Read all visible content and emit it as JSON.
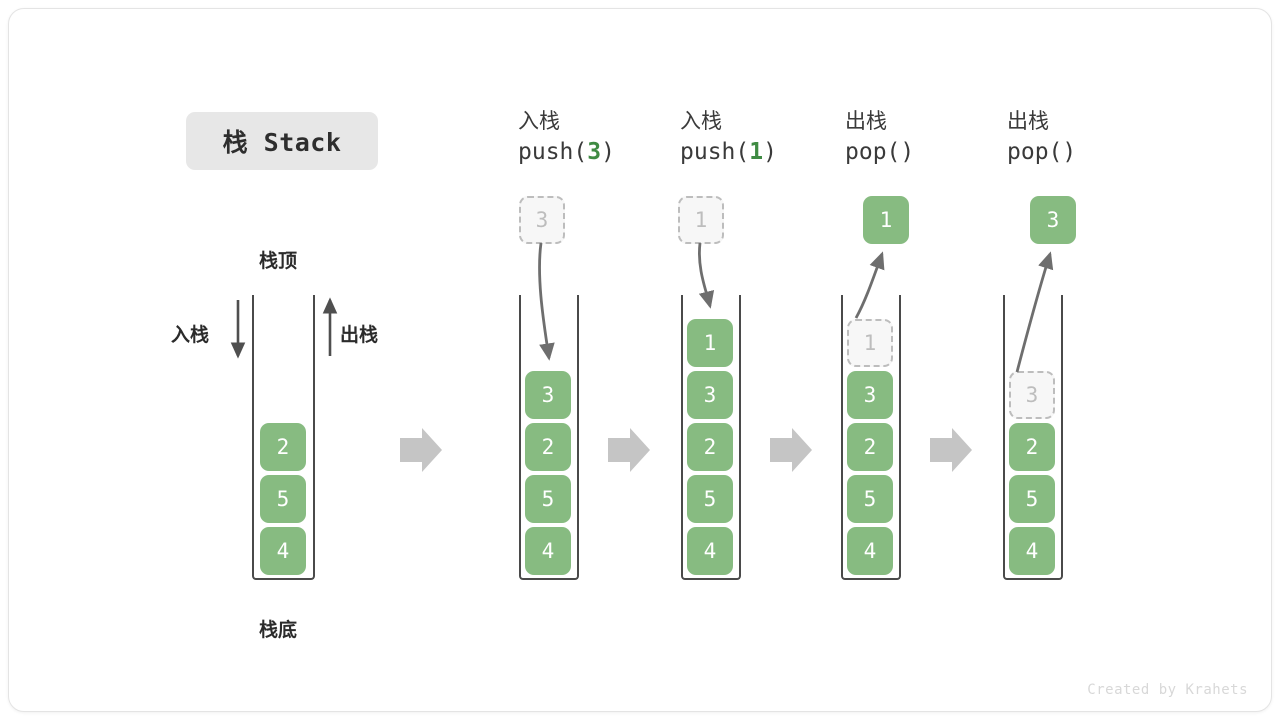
{
  "title": {
    "text": "栈 Stack"
  },
  "labels": {
    "top": "栈顶",
    "bottom": "栈底",
    "push_side": "入栈",
    "pop_side": "出栈"
  },
  "colors": {
    "cell_green": "#87bb81",
    "ghost_fill": "#f7f7f7",
    "ghost_border": "#bdbdbd",
    "arrow_gray": "#c5c5c5",
    "curve_gray": "#6e6e6e",
    "title_bg": "#e7e7e7",
    "accent_green": "#3f8b43",
    "footer_gray": "#d8d8d8"
  },
  "initial_stack": {
    "cells": [
      "2",
      "5",
      "4"
    ]
  },
  "steps": [
    {
      "op_label": "入栈",
      "call_prefix": "push(",
      "call_arg": "3",
      "call_suffix": ")",
      "floating_cell": "3",
      "floating_style": "ghost",
      "floating_position": "above",
      "cells": [
        "3",
        "2",
        "5",
        "4"
      ],
      "ghost_index": -1
    },
    {
      "op_label": "入栈",
      "call_prefix": "push(",
      "call_arg": "1",
      "call_suffix": ")",
      "floating_cell": "1",
      "floating_style": "ghost",
      "floating_position": "above",
      "cells": [
        "1",
        "3",
        "2",
        "5",
        "4"
      ],
      "ghost_index": -1
    },
    {
      "op_label": "出栈",
      "call_prefix": "pop(",
      "call_arg": "",
      "call_suffix": ")",
      "floating_cell": "1",
      "floating_style": "solid",
      "floating_position": "above",
      "cells": [
        "1",
        "3",
        "2",
        "5",
        "4"
      ],
      "ghost_index": 0
    },
    {
      "op_label": "出栈",
      "call_prefix": "pop(",
      "call_arg": "",
      "call_suffix": ")",
      "floating_cell": "3",
      "floating_style": "solid",
      "floating_position": "above",
      "cells": [
        "3",
        "2",
        "5",
        "4"
      ],
      "ghost_index": 0
    }
  ],
  "footer": {
    "credit": "Created by Krahets"
  }
}
